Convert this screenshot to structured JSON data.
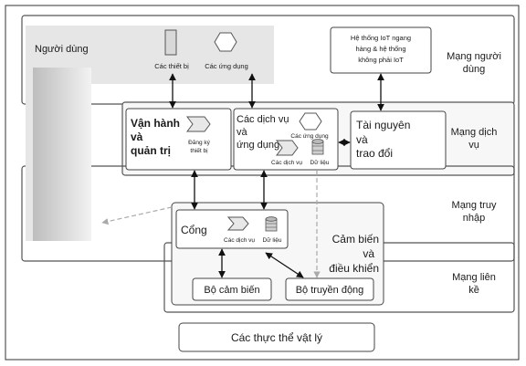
{
  "labels": {
    "users": "Người dùng",
    "devices": "Các thiết bị",
    "apps": "Các ứng dụng",
    "iot_line1": "Hệ thống IoT ngang",
    "iot_line2": "hàng & hệ thống",
    "iot_line3": "không phải IoT",
    "user_net_line1": "Mạng người",
    "user_net_line2": "dùng",
    "ops_line1": "Vận hành",
    "ops_line2": "và",
    "ops_line3": "quản trị",
    "reg_line1": "Đăng ký",
    "reg_line2": "thiết bị",
    "svc_line1": "Các dịch vụ",
    "svc_line2": "và",
    "svc_line3": "ứng dụng",
    "svc_apps": "Các ứng dụng",
    "svc_services": "Các dịch vụ",
    "svc_data": "Dữ liệu",
    "res_line1": "Tài nguyên",
    "res_line2": "và",
    "res_line3": "trao đổi",
    "service_net_line1": "Mạng dịch",
    "service_net_line2": "vụ",
    "access_net_line1": "Mạng truy",
    "access_net_line2": "nhập",
    "gateway": "Cổng",
    "gw_services": "Các dịch vụ",
    "gw_data": "Dữ liệu",
    "sense_line1": "Cảm biến",
    "sense_line2": "và",
    "sense_line3": "điều khiển",
    "sensor": "Bộ cảm biến",
    "actuator": "Bộ truyền động",
    "local_net_line1": "Mạng liên",
    "local_net_line2": "kề",
    "physical": "Các thực thể vật lý"
  }
}
